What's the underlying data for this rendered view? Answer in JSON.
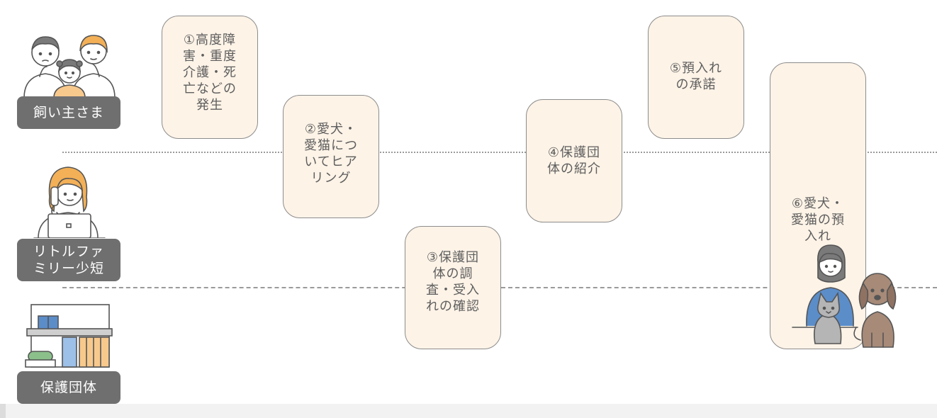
{
  "lanes": {
    "owner": {
      "label": "飼い主さま",
      "icon": "family-icon"
    },
    "little_family": {
      "label": "リトルファ\nミリー少短",
      "icon": "operator-icon"
    },
    "shelter": {
      "label": "保護団体",
      "icon": "shelter-building-icon"
    }
  },
  "steps": [
    {
      "id": "step-1",
      "text": "①高度障\n害・重度\n介護・死\n亡などの\n発生"
    },
    {
      "id": "step-2",
      "text": "②愛犬・\n愛猫につ\nいてヒア\nリング"
    },
    {
      "id": "step-3",
      "text": "③保護団\n体の調\n査・受入\nれの確認"
    },
    {
      "id": "step-4",
      "text": "④保護団\n体の紹介"
    },
    {
      "id": "step-5",
      "text": "⑤預入れ\nの承諾"
    },
    {
      "id": "step-6",
      "text": "⑥愛犬・\n愛猫の預\n入れ",
      "icon": "caretaker-with-pets-icon"
    }
  ],
  "colors": {
    "step_fill": "#fdf3e7",
    "step_border": "#8c8c8c",
    "label_fill": "#6f6f6f",
    "accent_orange": "#f3b057",
    "accent_blue": "#5b8dc9"
  }
}
